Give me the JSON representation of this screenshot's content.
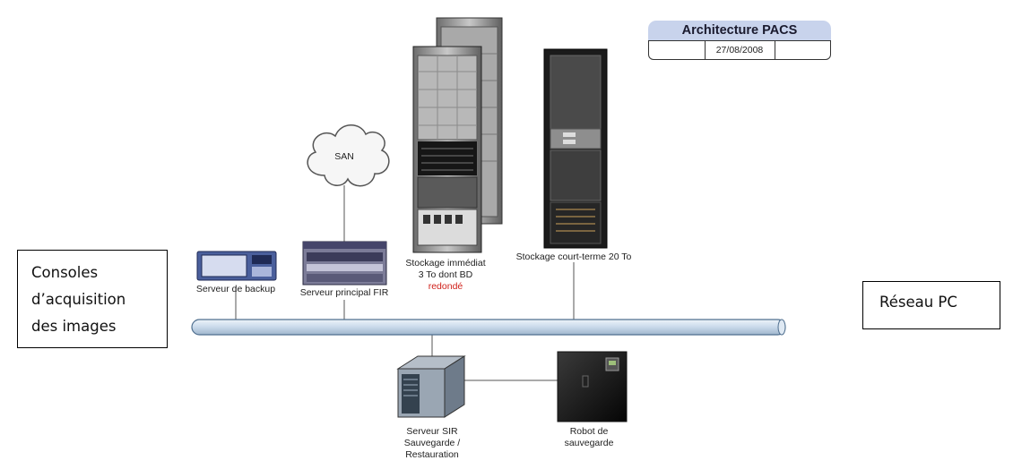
{
  "title_block": {
    "title": "Architecture PACS",
    "date": "27/08/2008"
  },
  "labels": {
    "san": "SAN",
    "backup_server": "Serveur de backup",
    "main_server": "Serveur principal FIR",
    "immediate_storage": [
      "Stockage immédiat",
      "3 To dont BD"
    ],
    "redundant": "redondé",
    "short_term_storage": "Stockage court-terme 20 To",
    "sir_server": [
      "Serveur SIR",
      "Sauvegarde /",
      "Restauration"
    ],
    "robot": [
      "Robot de",
      "sauvegarde"
    ]
  },
  "boxes": {
    "consoles": [
      "Consoles",
      "d’acquisition",
      "des images"
    ],
    "network": "Réseau PC"
  },
  "colors": {
    "network_bus": "#c9d9ea",
    "bus_stroke": "#4f6f8f",
    "title_header": "#c8d3ec",
    "accent_red": "#d0201a"
  }
}
